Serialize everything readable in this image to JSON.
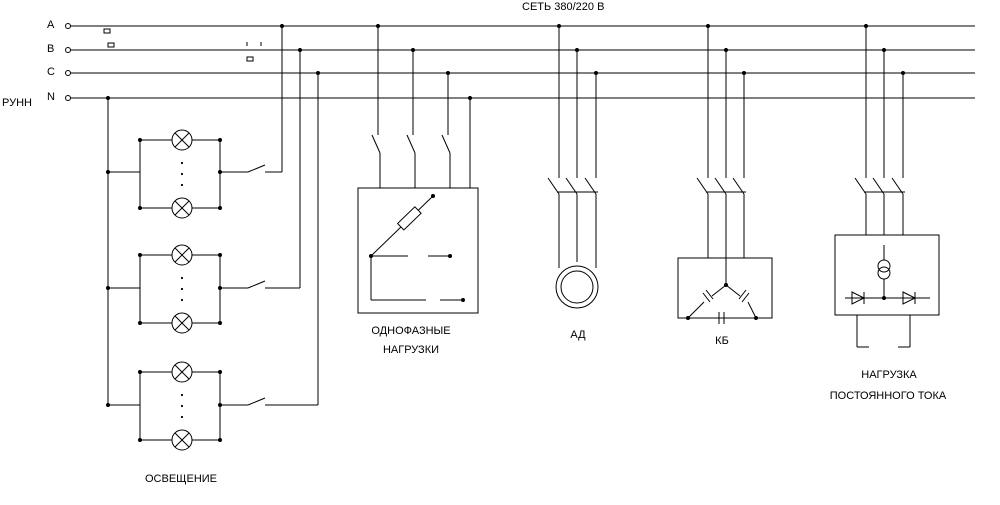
{
  "network": {
    "title": "СЕТЬ 380/220 В"
  },
  "buses": [
    "A",
    "B",
    "C",
    "N"
  ],
  "panel": {
    "label": "РУНН"
  },
  "loads": {
    "lighting": {
      "label": "ОСВЕЩЕНИЕ"
    },
    "single_phase": {
      "line1": "ОДНОФАЗНЫЕ",
      "line2": "НАГРУЗКИ"
    },
    "motor": {
      "label": "АД"
    },
    "capacitor_bank": {
      "label": "КБ"
    },
    "dc_load": {
      "line1": "НАГРУЗКА",
      "line2": "ПОСТОЯННОГО ТОКА"
    }
  },
  "colors": {
    "line": "#000000",
    "background": "#ffffff"
  }
}
